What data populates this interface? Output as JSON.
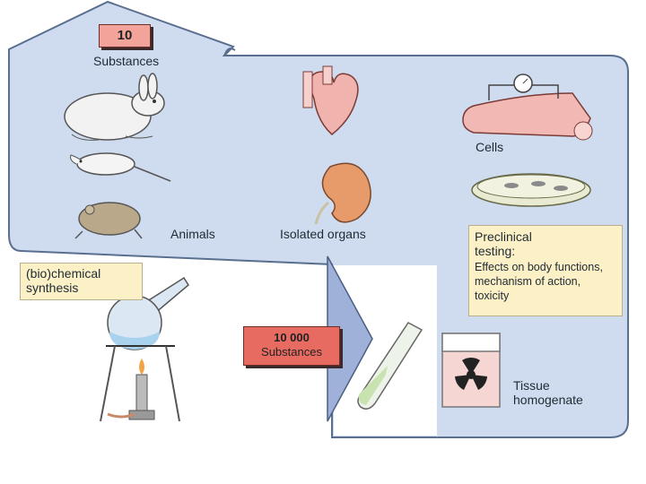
{
  "diagram": {
    "top_count": "10",
    "top_count_label": "Substances",
    "label_animals": "Animals",
    "label_isolated_organs": "Isolated organs",
    "label_cells": "Cells",
    "preclinical_title": "Preclinical testing:",
    "preclinical_text": "Effects on body functions, mechanism of action, toxicity",
    "synthesis_label": "(bio)chemical synthesis",
    "bottom_count": "10 000",
    "bottom_count_label": "Substances",
    "tissue_label": "Tissue homogenate"
  },
  "colors": {
    "panel_blue": "#cfdcef",
    "panel_stroke": "#5a6f8f",
    "count_light": "#f2a49a",
    "count_dark": "#e86b62",
    "note_yellow": "#fbf0c6",
    "funnel_blue": "#9fb1d9"
  },
  "icons": [
    "rabbit-icon",
    "rat-icon",
    "toad-icon",
    "heart-icon",
    "kidney-icon",
    "muscle-strip-icon",
    "petri-dish-icon",
    "flask-burner-icon",
    "test-tube-icon",
    "radiation-beaker-icon"
  ]
}
